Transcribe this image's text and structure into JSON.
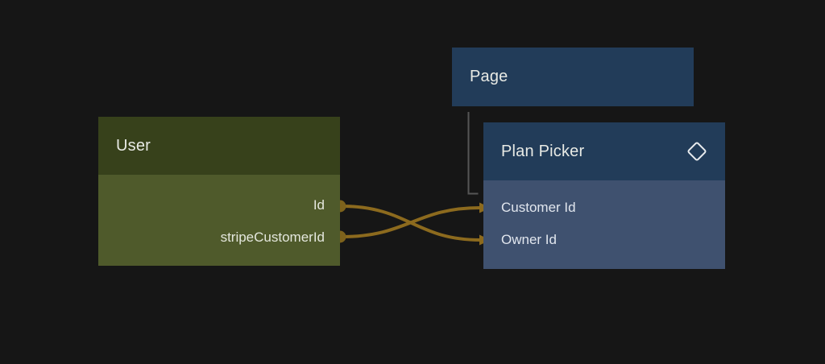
{
  "canvas": {
    "background": "#161616"
  },
  "nodes": {
    "page": {
      "title": "Page",
      "header_color": "#223c59"
    },
    "user": {
      "title": "User",
      "header_color": "#37411b",
      "body_color": "#4f5a2b",
      "fields": [
        {
          "label": "Id",
          "port": "output"
        },
        {
          "label": "stripeCustomerId",
          "port": "output"
        }
      ]
    },
    "plan_picker": {
      "title": "Plan Picker",
      "icon": "diamond-icon",
      "header_color": "#223c59",
      "body_color": "#3f516f",
      "fields": [
        {
          "label": "Customer Id",
          "port": "input"
        },
        {
          "label": "Owner Id",
          "port": "input"
        }
      ]
    }
  },
  "edges": [
    {
      "from": "User.Id",
      "to": "Plan Picker.Owner Id",
      "color": "#8c6a1e",
      "style": "curved-arrow"
    },
    {
      "from": "User.stripeCustomerId",
      "to": "Plan Picker.Customer Id",
      "color": "#8c6a1e",
      "style": "curved-arrow"
    },
    {
      "from": "Page",
      "to": "Plan Picker",
      "type": "hierarchy",
      "color": "#555555",
      "style": "elbow"
    }
  ],
  "colors": {
    "background": "#161616",
    "edge_gold": "#8c6a1e",
    "port_dot": "#7d621c",
    "hierarchy_line": "#555555",
    "text": "#e8eae5"
  }
}
